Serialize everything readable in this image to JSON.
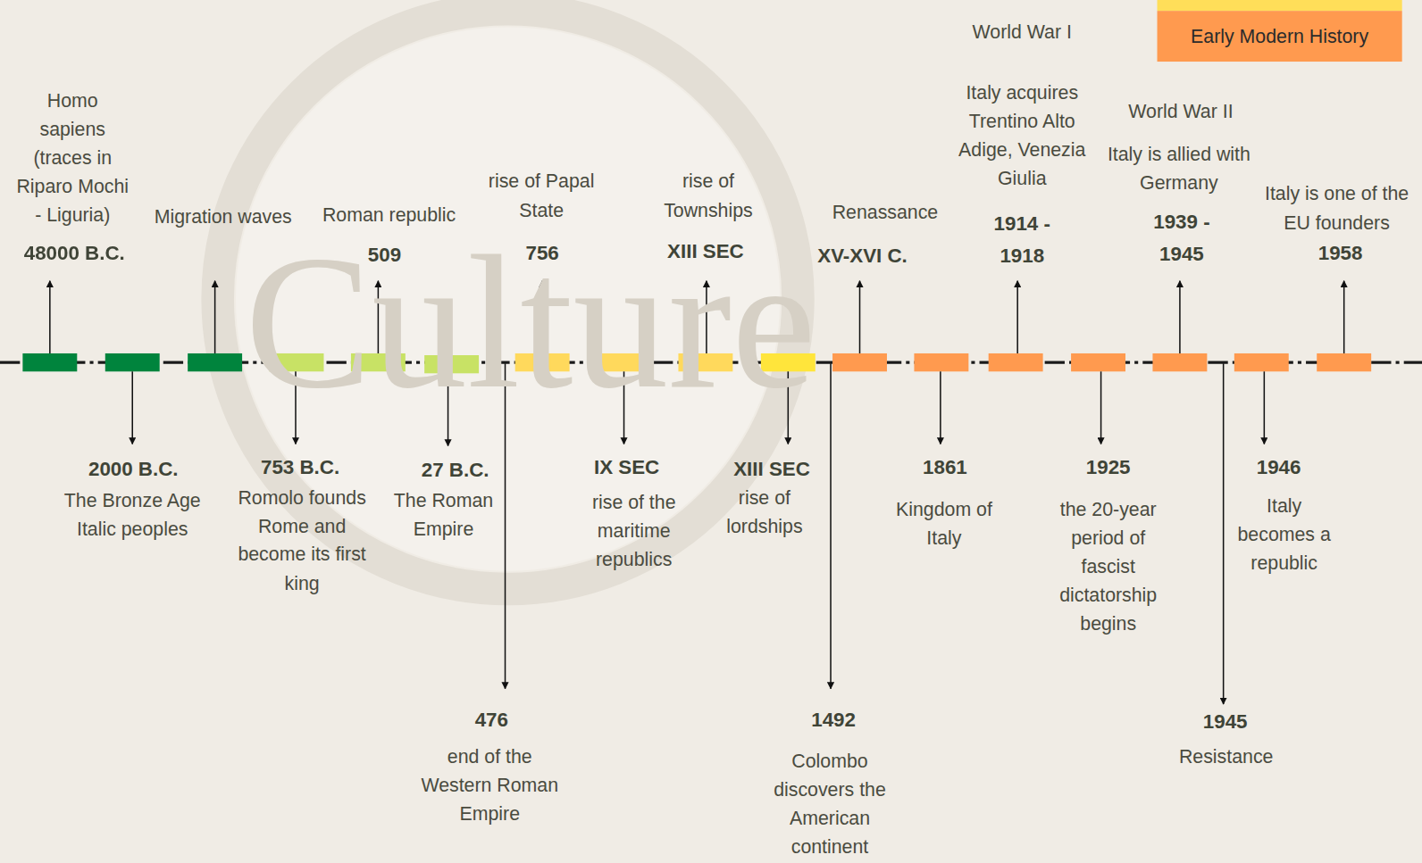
{
  "diagram": {
    "labels": [
      "Homo sapiens (traces in Riparo Mochi - Liguria)",
      "48000 B.C.",
      "Migration waves",
      "Roman republic",
      "509",
      "rise of Papal State",
      "756",
      "rise of Townships",
      "XIII SEC",
      "Renassance",
      "XV-XVI C.",
      "World War I",
      "Italy acquires Trentino Alto Adige, Venezia Giulia",
      "1914 - 1918",
      "World War II",
      "Italy is allied with Germany",
      "1939 - 1945",
      "Italy is one of the EU founders",
      "1958",
      "2000 B.C.",
      "The Bronze Age Italic peoples",
      "753 B.C.",
      "Romolo founds Rome and become its first king",
      "27 B.C.",
      "The Roman Empire",
      "IX SEC",
      "rise of the maritime republics",
      "XIII SEC",
      "rise of lordships",
      "1861",
      "Kingdom of Italy",
      "1925",
      "the 20-year period of fascist dictatorship begins",
      "1946",
      "Italy becomes a republic",
      "476",
      "end of the Western Roman Empire",
      "1492",
      "Colombo discovers the American continent",
      "1945",
      "Resistance",
      "Culture"
    ],
    "legend": [
      {
        "text": "Early Modern History",
        "color": "#ff9a4f"
      }
    ]
  }
}
